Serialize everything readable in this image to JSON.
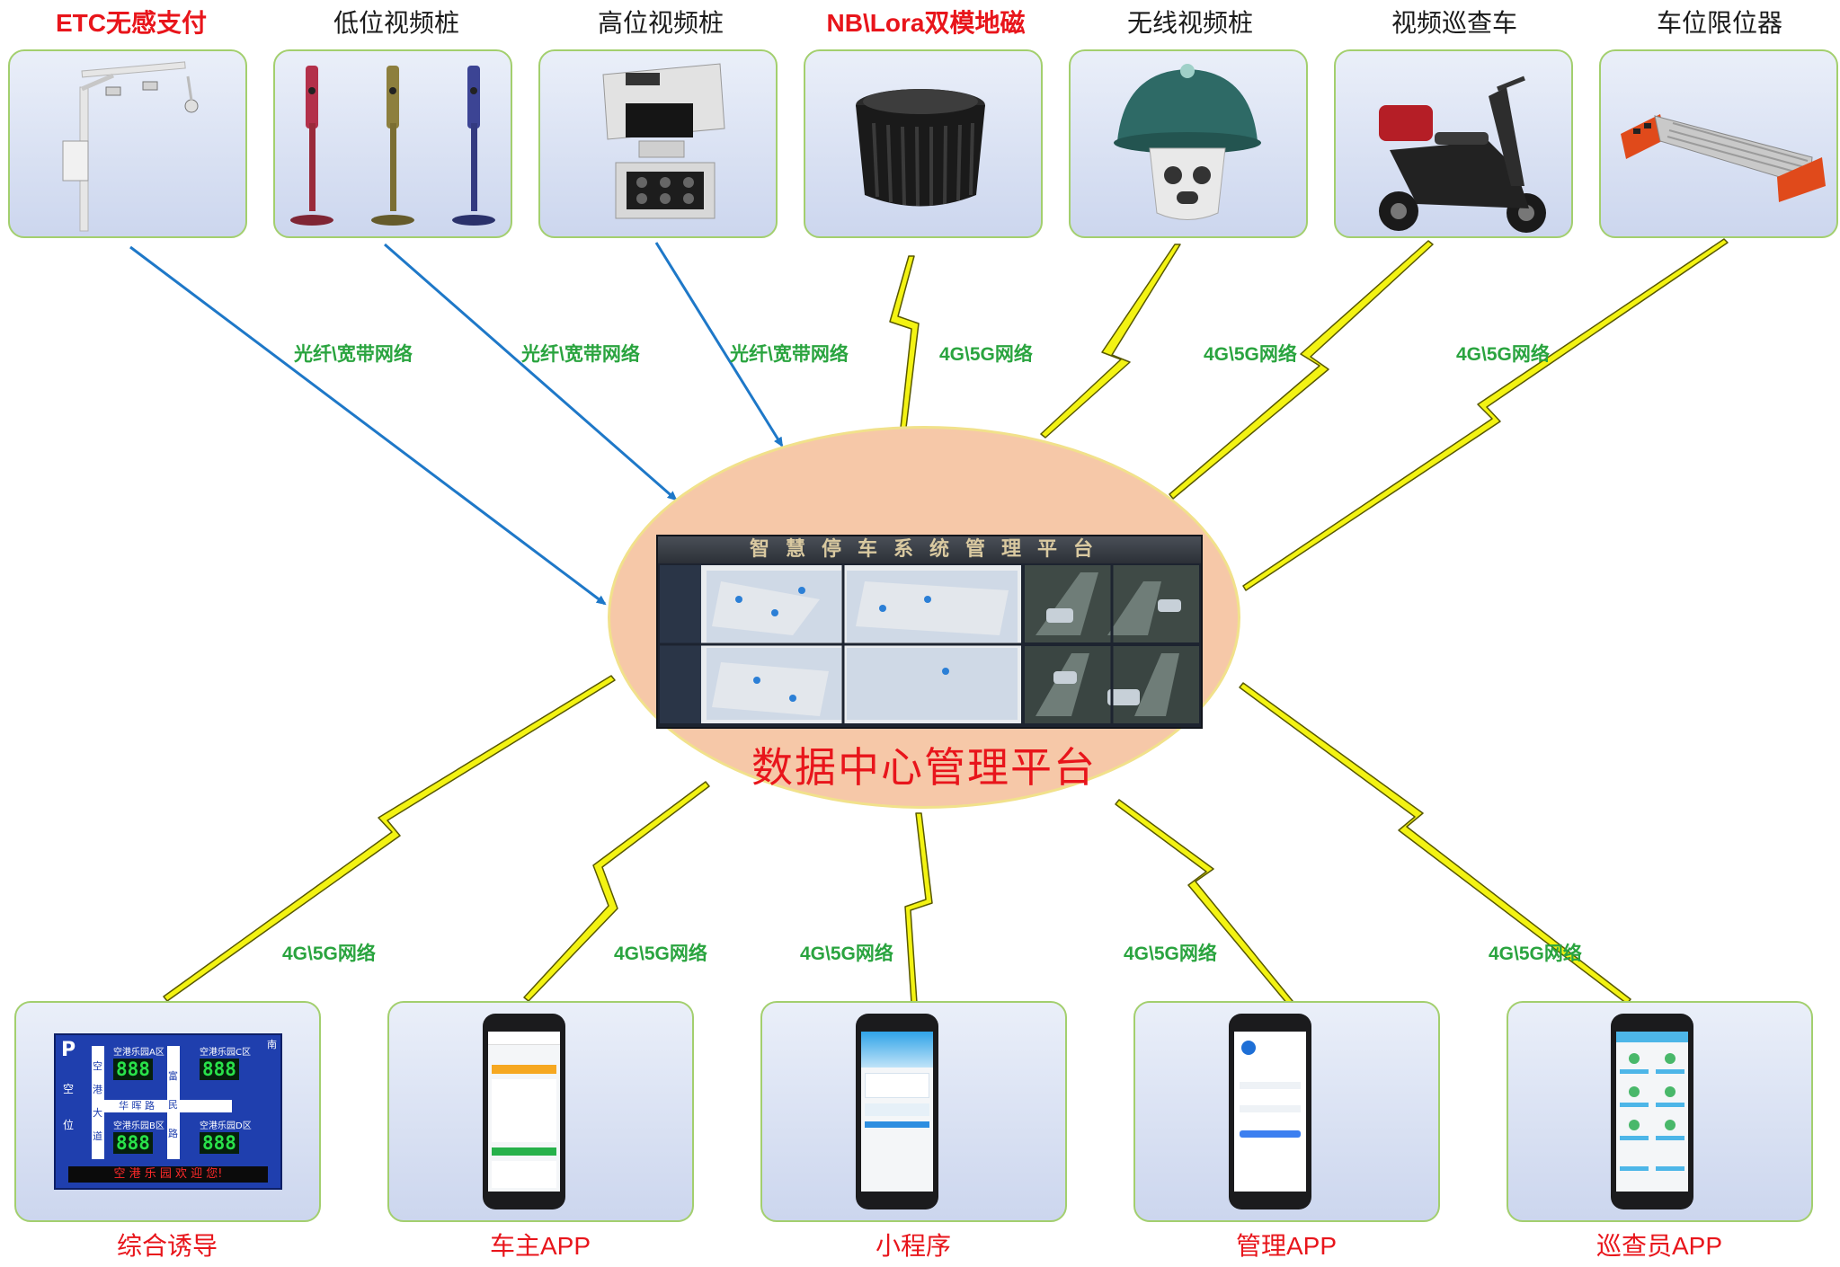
{
  "devices": [
    {
      "id": "etc",
      "title": "ETC无感支付",
      "highlight": true
    },
    {
      "id": "low-video",
      "title": "低位视频桩",
      "highlight": false
    },
    {
      "id": "high-video",
      "title": "高位视频桩",
      "highlight": false
    },
    {
      "id": "geomagnetic",
      "title": "NB\\Lora双模地磁",
      "highlight": true
    },
    {
      "id": "wireless-video",
      "title": "无线视频桩",
      "highlight": false
    },
    {
      "id": "patrol-car",
      "title": "视频巡查车",
      "highlight": false
    },
    {
      "id": "limiter",
      "title": "车位限位器",
      "highlight": false
    }
  ],
  "top_networks": [
    "光纤\\宽带网络",
    "光纤\\宽带网络",
    "光纤\\宽带网络",
    "4G\\5G网络",
    "4G\\5G网络",
    "4G\\5G网络"
  ],
  "bottom_networks": [
    "4G\\5G网络",
    "4G\\5G网络",
    "4G\\5G网络",
    "4G\\5G网络",
    "4G\\5G网络"
  ],
  "hub": {
    "label": "数据中心管理平台",
    "screen_title": "智慧停车系统管理平台"
  },
  "clients": [
    {
      "id": "guidance",
      "title": "综合诱导"
    },
    {
      "id": "owner-app",
      "title": "车主APP"
    },
    {
      "id": "mini-program",
      "title": "小程序"
    },
    {
      "id": "manage-app",
      "title": "管理APP"
    },
    {
      "id": "patrol-app",
      "title": "巡查员APP"
    }
  ],
  "guidance_sign": {
    "p": "P",
    "side_text": "空位",
    "zones": [
      "空港乐园A区",
      "空港乐园C区",
      "空港乐园B区",
      "空港乐园D区"
    ],
    "values": [
      "888",
      "888",
      "888",
      "888"
    ],
    "road_v1": "空港大道",
    "road_v2": "富民路",
    "road_h": "华 晖 路",
    "compass": "南",
    "banner": "空 港 乐 园 欢 迎 您!"
  },
  "colors": {
    "card_border": "#a3cf6e",
    "network_text": "#2aa43f",
    "lightning": "#f3f313",
    "arrow": "#1e78c8",
    "title_red": "#e8151b"
  }
}
